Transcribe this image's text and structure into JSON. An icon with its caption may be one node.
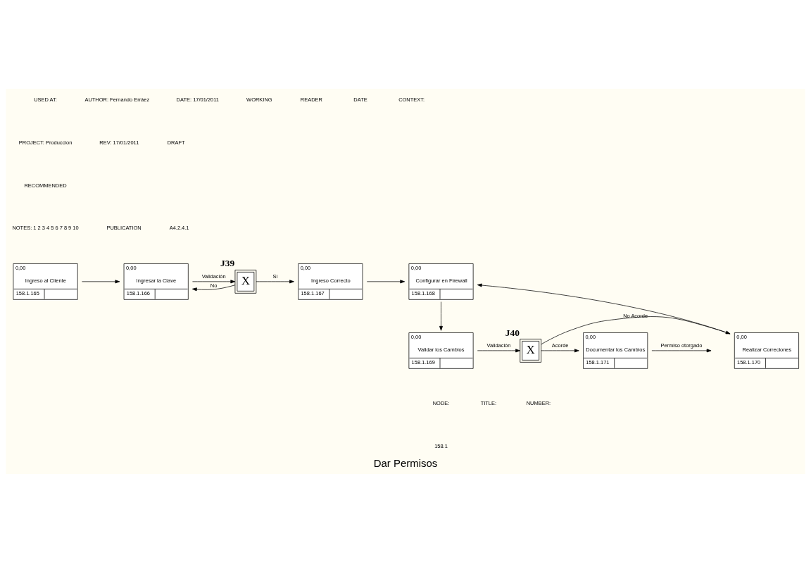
{
  "diagram": {
    "title": "Dar Permisos",
    "nodes": [
      {
        "text": [
          "0,00",
          "Ingreso al Cliente",
          "158.1.165"
        ]
      },
      {
        "text": [
          "0,00",
          "Ingresar la Clave",
          "158.1.166"
        ]
      },
      {
        "text": [
          "X"
        ],
        "beside": [
          "J39"
        ]
      },
      {
        "text": [
          "0,00",
          "Ingreso Correcto",
          "158.1.167"
        ]
      },
      {
        "text": [
          "0,00",
          "Configurar en Firewall",
          "158.1.168"
        ]
      },
      {
        "text": [
          "0,00",
          "Validar los Cambios",
          "158.1.169"
        ]
      },
      {
        "text": [
          "X"
        ],
        "beside": [
          "J40"
        ]
      },
      {
        "text": [
          "0,00",
          "Realizar Correciones",
          "158.1.170"
        ]
      },
      {
        "text": [
          "0,00",
          "Documentar los Cambios",
          "158.1.171"
        ]
      }
    ],
    "edges": [
      {
        "from": 0,
        "to": 1,
        "arrow": "to"
      },
      {
        "from": 1,
        "to": 2,
        "arrow": "to",
        "label": "Validación"
      },
      {
        "from": 2,
        "to": 3,
        "arrow": "to",
        "label": "Si"
      },
      {
        "from": 2,
        "to": 1,
        "arrow": "to",
        "label": "No"
      },
      {
        "from": 3,
        "to": 4,
        "arrow": "to"
      },
      {
        "from": 4,
        "to": 5,
        "arrow": "to"
      },
      {
        "from": 5,
        "to": 6,
        "arrow": "to",
        "label": "Validación"
      },
      {
        "from": 6,
        "to": 7,
        "arrow": "to",
        "label": "No Acorde"
      },
      {
        "from": 6,
        "to": 8,
        "arrow": "to",
        "label": "Acorde"
      },
      {
        "from": 7,
        "to": 4,
        "arrow": "to"
      },
      {
        "from": 8,
        "to": null,
        "arrow": "to",
        "label": "Permiso otorgado"
      }
    ],
    "labels": [
      "USED AT:",
      "AUTHOR: Fernando Erráez",
      "DATE: 17/01/2011",
      "WORKING",
      "READER",
      "DATE",
      "CONTEXT:",
      "PROJECT: Produccion",
      "REV: 17/01/2011",
      "DRAFT",
      "RECOMMENDED",
      "NOTES: 1 2 3 4 5 6 7 8 9 10",
      "PUBLICATION",
      "A4.2.4.1",
      "NODE:",
      "158.1",
      "TITLE:",
      "NUMBER:"
    ]
  }
}
